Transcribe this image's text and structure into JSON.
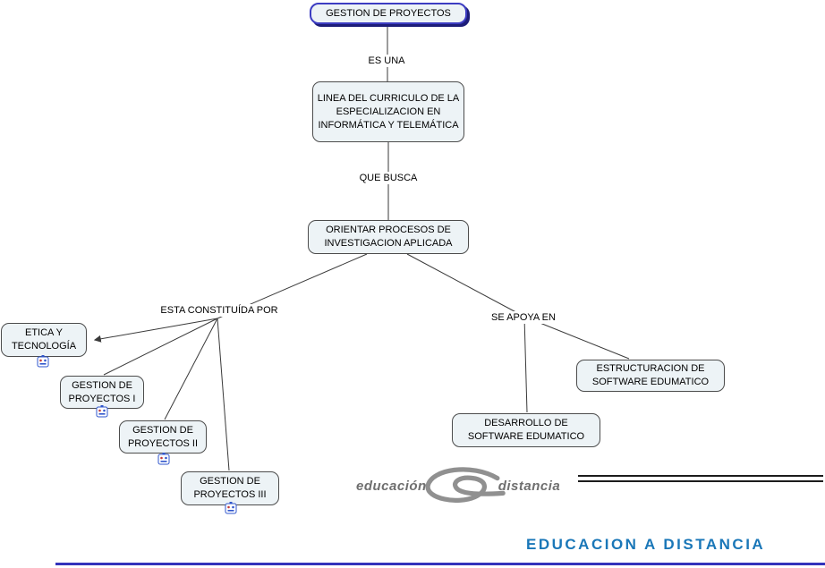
{
  "nodes": {
    "root": {
      "label": "GESTION DE PROYECTOS"
    },
    "linea": {
      "label": "LINEA DEL CURRICULO DE LA ESPECIALIZACION EN INFORMÁTICA Y TELEMÁTICA"
    },
    "orientar": {
      "label": "ORIENTAR PROCESOS DE INVESTIGACION APLICADA"
    },
    "etica": {
      "label": "ETICA Y TECNOLOGÍA"
    },
    "gp1": {
      "label": "GESTION DE PROYECTOS I"
    },
    "gp2": {
      "label": "GESTION DE PROYECTOS II"
    },
    "gp3": {
      "label": "GESTION DE PROYECTOS III"
    },
    "estructuracion": {
      "label": "ESTRUCTURACION DE SOFTWARE EDUMATICO"
    },
    "desarrollo": {
      "label": "DESARROLLO DE SOFTWARE EDUMATICO"
    }
  },
  "links": {
    "es_una": {
      "label": "ES UNA"
    },
    "que_busca": {
      "label": "QUE BUSCA"
    },
    "constituida": {
      "label": "ESTA CONSTITUÍDA POR"
    },
    "se_apoya": {
      "label": "SE APOYA EN"
    }
  },
  "logo": {
    "word_left": "educación",
    "word_right": "distancia"
  },
  "footer": {
    "wordmark": "EDUCACION A DISTANCIA"
  },
  "icons": {
    "resource": "resource-icon"
  },
  "colors": {
    "node_fill": "#edf3f6",
    "node_border": "#4c4c4c",
    "root_border": "#3d3dc2",
    "root_shadow": "#1d1d78",
    "connector_line": "#3a3a3a",
    "wordmark_blue": "#1a77b8",
    "logo_gray": "#6f6f6f",
    "bottom_rule_blue": "#3333bb"
  }
}
